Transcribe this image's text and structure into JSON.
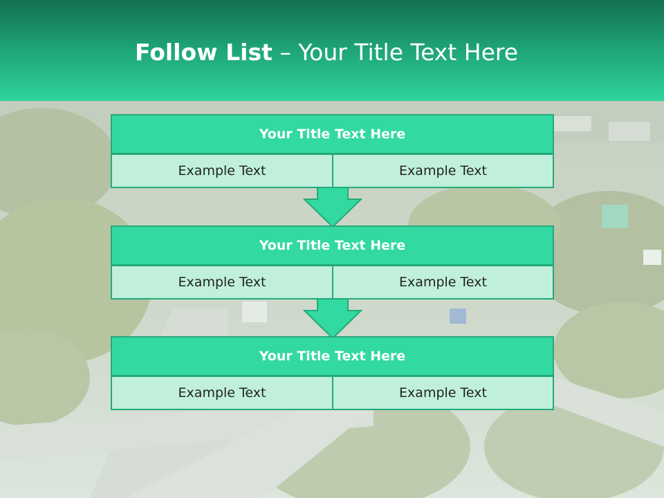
{
  "header": {
    "title_bold": "Follow List",
    "title_rest": " – Your Title Text Here"
  },
  "background": {
    "subject": "aerial view of a highway through trees, faded"
  },
  "steps": [
    {
      "title": "Your Title Text Here",
      "left_text": "Example Text",
      "right_text": "Example Text"
    },
    {
      "title": "Your Title Text Here",
      "left_text": "Example Text",
      "right_text": "Example Text"
    },
    {
      "title": "Your Title Text Here",
      "left_text": "Example Text",
      "right_text": "Example Text"
    }
  ],
  "colors": {
    "accent": "#32d9a0",
    "accent_border": "#24a97a",
    "cell_fill": "#c0f0dc",
    "header_dark": "#13704f",
    "header_light": "#2ed39b"
  },
  "icons": {
    "connector": "down-arrow-icon"
  }
}
